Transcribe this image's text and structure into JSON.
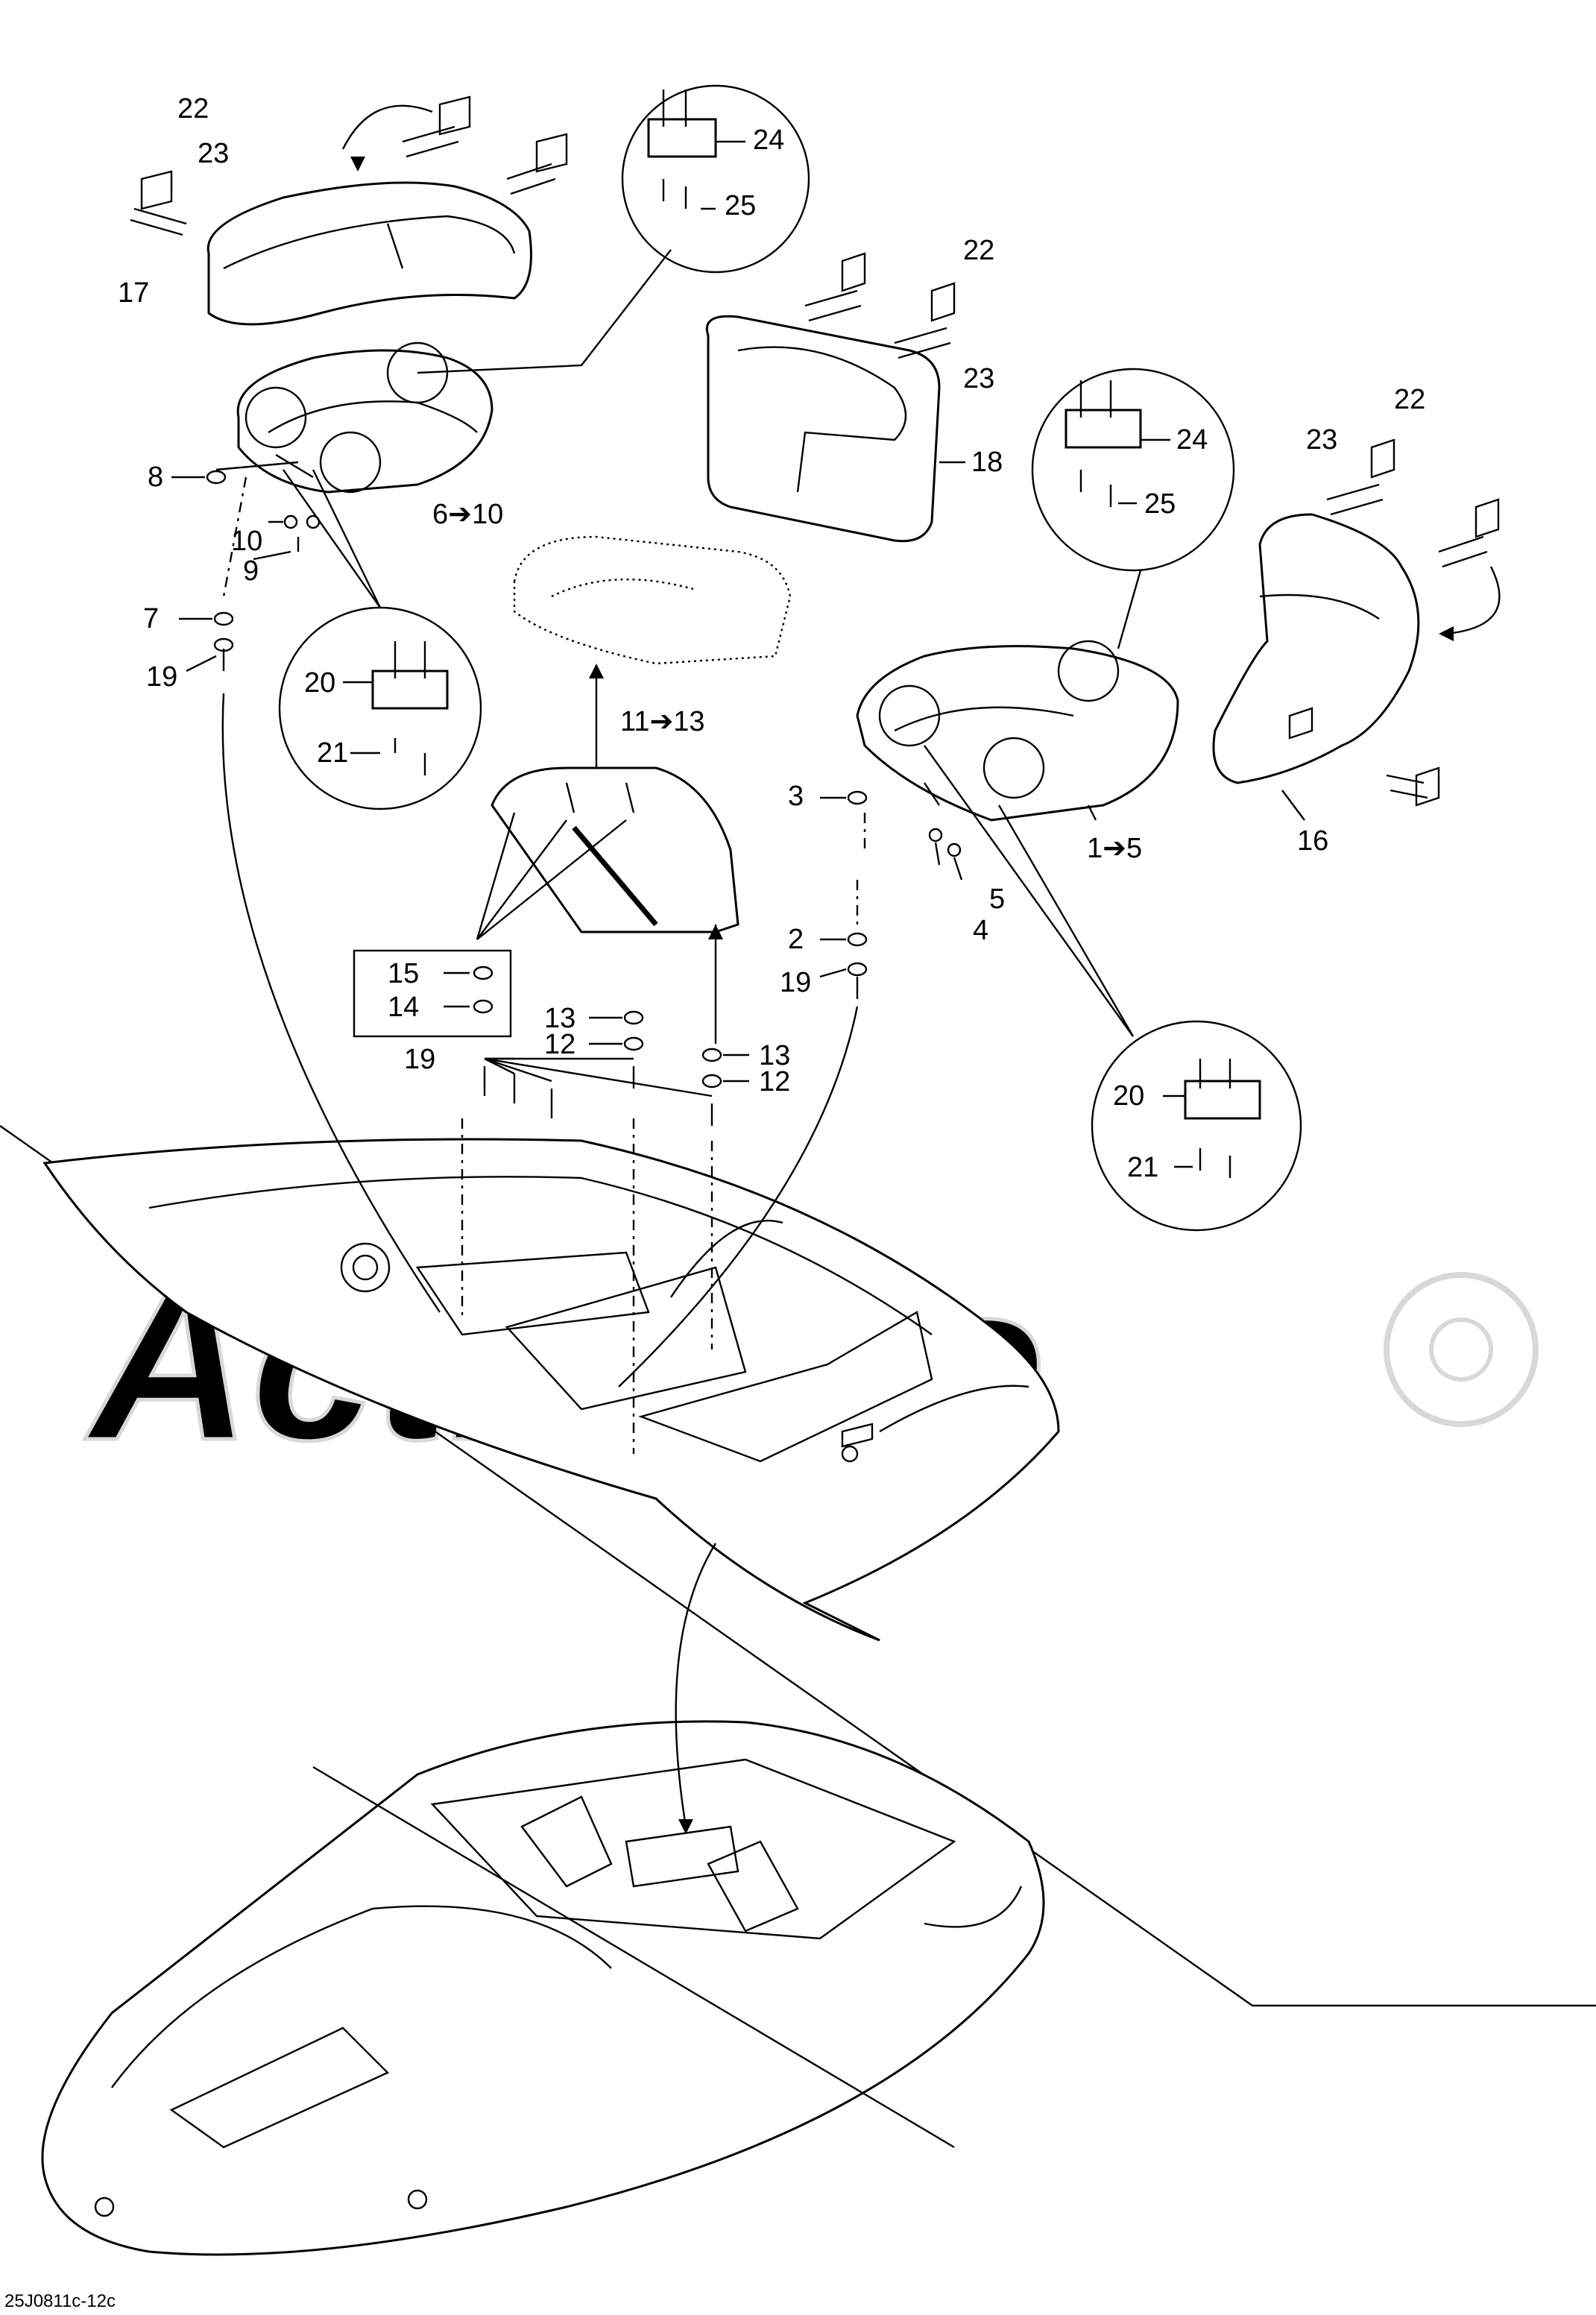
{
  "watermark": "ActiMoto",
  "drawing_code": "25J0811c-12c",
  "callouts": {
    "c22a": "22",
    "c23a": "23",
    "c17": "17",
    "c24a": "24",
    "c25a": "25",
    "c22b": "22",
    "c23b": "23",
    "c18": "18",
    "c24b": "24",
    "c25b": "25",
    "c23c": "23",
    "c22c": "22",
    "c8": "8",
    "c6_10": "6➔10",
    "c10": "10",
    "c9": "9",
    "c7": "7",
    "c19a": "19",
    "c20a": "20",
    "c21a": "21",
    "c11_13": "11➔13",
    "c3": "3",
    "c1_5": "1➔5",
    "c5": "5",
    "c4": "4",
    "c2": "2",
    "c19b": "19",
    "c16": "16",
    "c15": "15",
    "c14": "14",
    "c13a": "13",
    "c12a": "12",
    "c19c": "19",
    "c13b": "13",
    "c12b": "12",
    "c20b": "20",
    "c21b": "21"
  }
}
